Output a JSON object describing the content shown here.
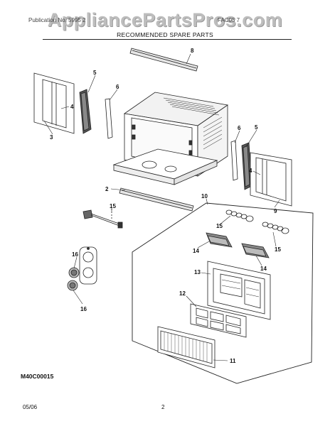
{
  "watermark": "AppliancePartsPros.com",
  "header": {
    "left": "Publication No. 5995 2",
    "right": "FAC05 7"
  },
  "title": "RECOMMENDED SPARE PARTS",
  "model_code": "M40C00015",
  "footer": {
    "date": "05/06",
    "page": "2"
  },
  "callouts": [
    "8",
    "5",
    "6",
    "4",
    "3",
    "6",
    "5",
    "4",
    "2",
    "10",
    "9",
    "15",
    "15",
    "15",
    "14",
    "14",
    "16",
    "13",
    "16",
    "12",
    "11"
  ]
}
